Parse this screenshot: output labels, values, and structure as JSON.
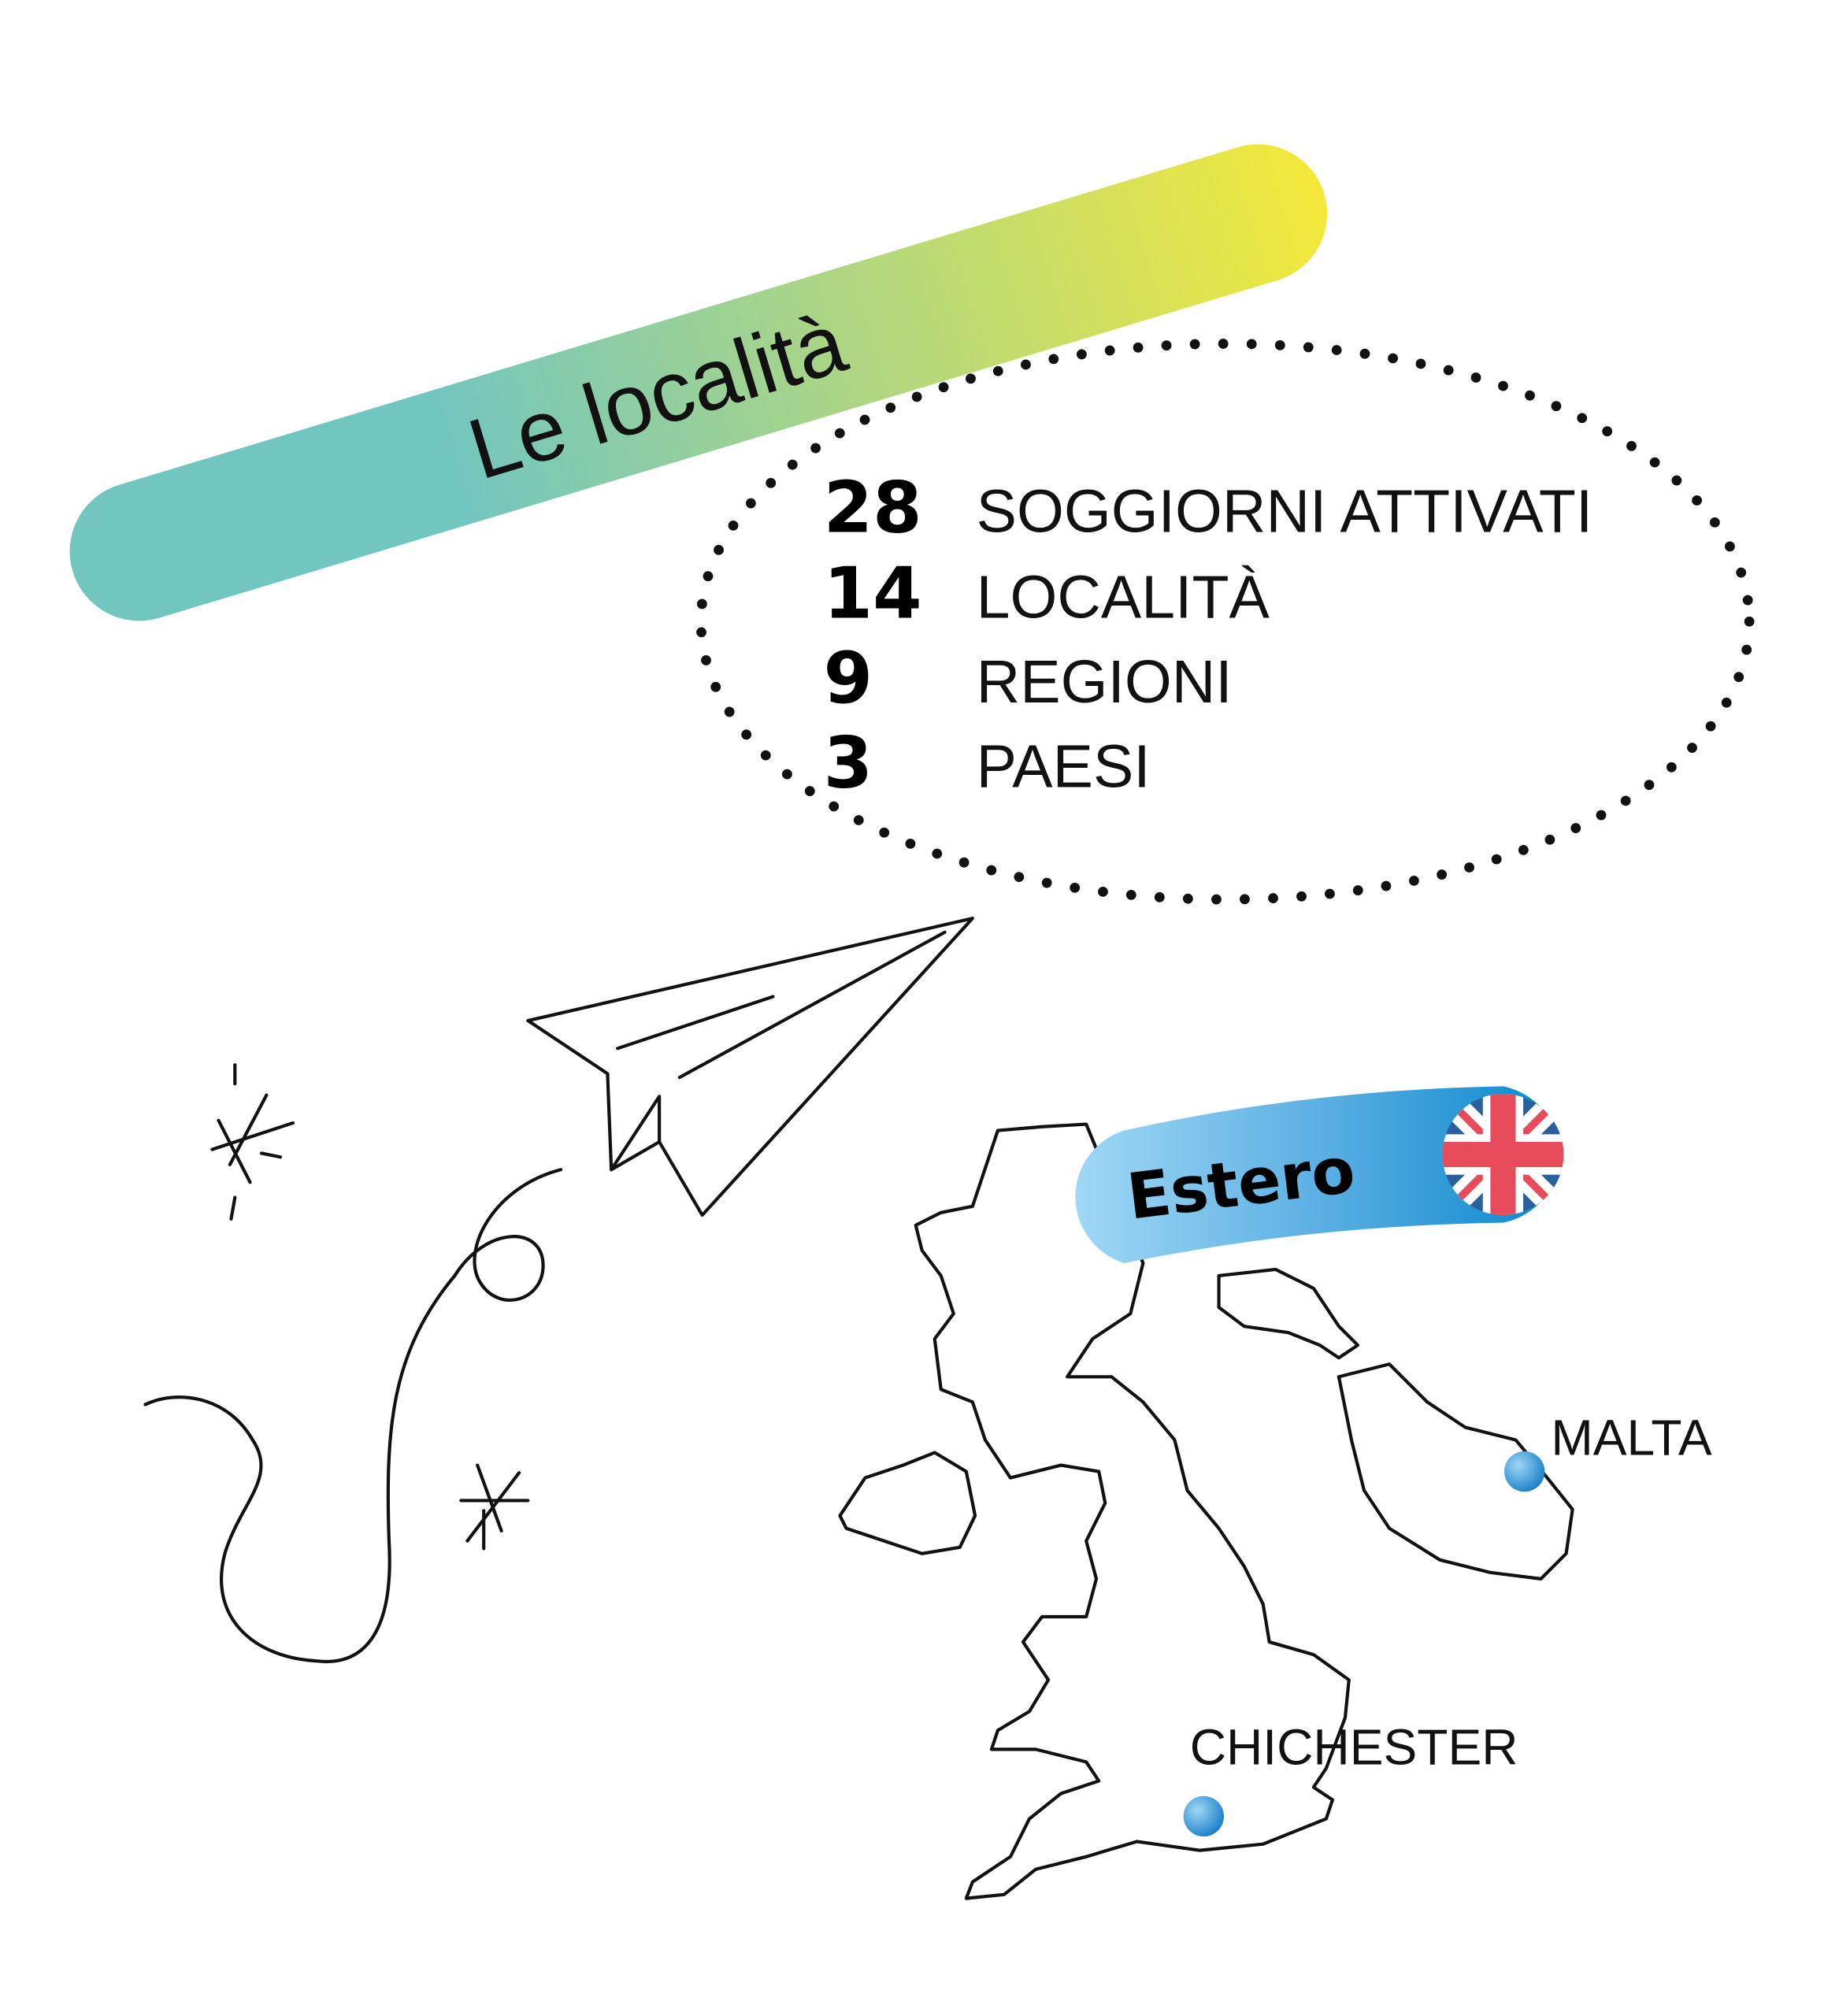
{
  "title": "Le località",
  "stats": [
    {
      "number": "28",
      "label": "SOGGIORNI ATTIVATI"
    },
    {
      "number": "14",
      "label": "LOCALITÀ"
    },
    {
      "number": "9",
      "label": "REGIONI"
    },
    {
      "number": "3",
      "label": "PAESI"
    }
  ],
  "abroad": {
    "label": "Estero",
    "flag_icon": "uk-flag-icon",
    "locations": [
      "MALTA",
      "CHICHESTER"
    ]
  },
  "colors": {
    "title_gradient_start": "#72c6c0",
    "title_gradient_end": "#f4e93a",
    "estero_gradient_start": "#a0d8f5",
    "estero_gradient_end": "#0a88cc",
    "marker": "#2a94d6"
  }
}
